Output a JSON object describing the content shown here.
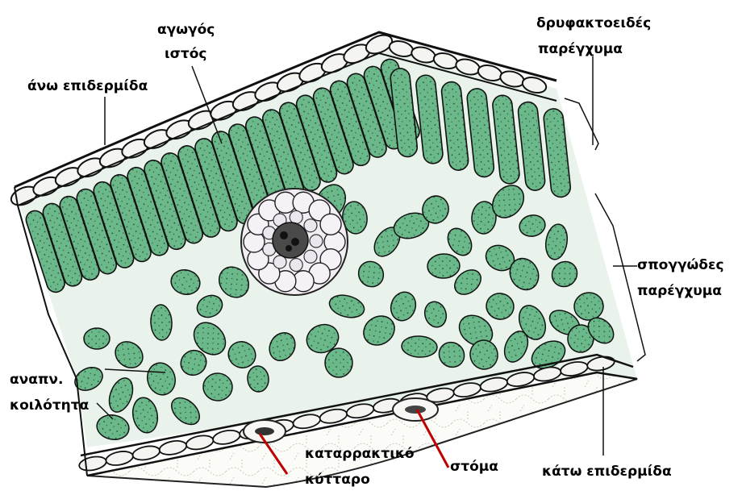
{
  "labels": {
    "agogos": "αγωγός",
    "istos": "ιστός",
    "ano_epidermida": "άνω επιδερμίδα",
    "dryfaktoeides": "δρυφακτοειδές",
    "parenchyma_top": "παρέγχυμα",
    "spoggodes": "σπογγώδες",
    "parenchyma_mid": "παρέγχυμα",
    "anapn": "αναπν.",
    "koilotita": "κοιλότητα",
    "katarraktiko": "καταρρακτικό",
    "kyttaro": "κύτταρο",
    "stoma": "στόμα",
    "kato_epidermida": "κάτω επιδερμίδα"
  },
  "colors": {
    "mesophyll_green": "#6bb98a",
    "cell_outline": "#1a1a1a",
    "epidermis": "#f4f4f0",
    "pointer_red": "#c00000",
    "background": "#ffffff"
  }
}
